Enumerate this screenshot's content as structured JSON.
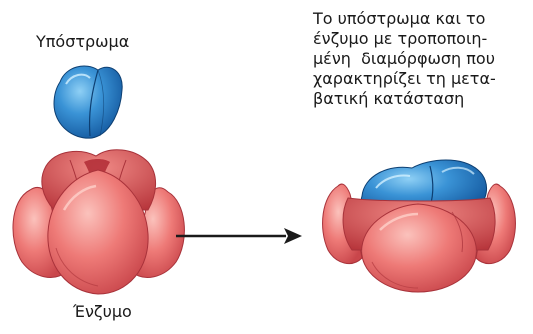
{
  "labels": {
    "substrate": "Υπόστρωμα",
    "enzyme": "Ένζυμο"
  },
  "caption_lines": [
    "Το υπόστρωμα και το",
    "ένζυμο με τροποποιη-",
    "μένη  διαμόρφωση που",
    "χαρακτηρίζει τη μετα-",
    "βατική κατάσταση"
  ],
  "colors": {
    "substrate_blue": "#2f86cf",
    "substrate_highlight": "#7fc4f0",
    "enzyme_red": "#ea6d6d",
    "enzyme_highlight": "#f7b1ad",
    "enzyme_shadow": "#bf3e43",
    "arrow": "#1a1a1a"
  }
}
